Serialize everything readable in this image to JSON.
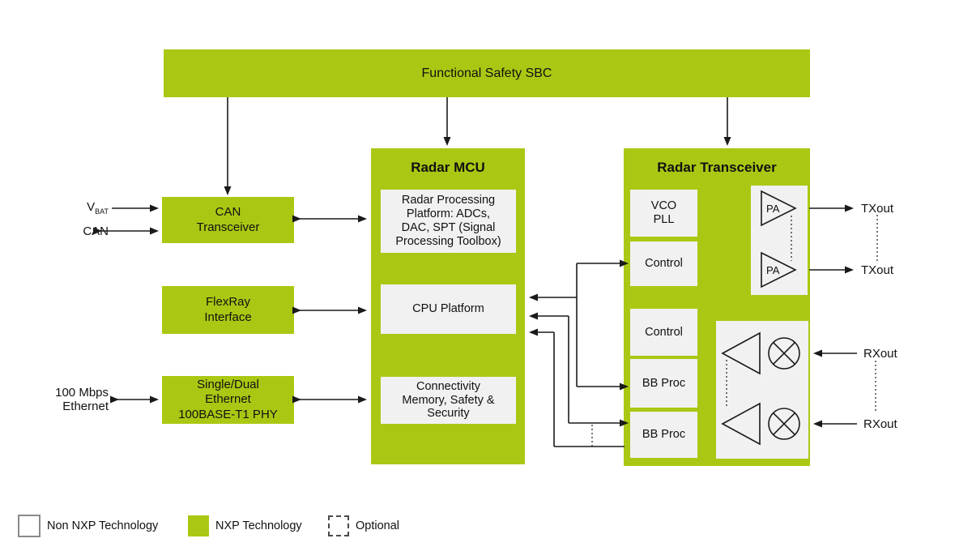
{
  "colors": {
    "nxp_green": "#aac813",
    "inner_box": "#f1f1f1",
    "line": "#1a1a1a",
    "text": "#111111"
  },
  "top_bar": {
    "label": "Functional Safety SBC"
  },
  "left_column": {
    "boxes": [
      {
        "label": "CAN\nTransceiver"
      },
      {
        "label": "FlexRay\nInterface"
      },
      {
        "label": "Single/Dual\nEthernet\n100BASE-T1 PHY"
      }
    ],
    "labels": {
      "vbat_main": "V",
      "vbat_sub": "BAT",
      "can": "CAN",
      "ethernet": "100 Mbps\nEthernet"
    }
  },
  "radar_mcu": {
    "title": "Radar MCU",
    "boxes": [
      {
        "label": "Radar Processing\nPlatform: ADCs,\nDAC, SPT (Signal\nProcessing Toolbox)"
      },
      {
        "label": "CPU Platform"
      },
      {
        "label": "Connectivity\nMemory, Safety &\nSecurity"
      }
    ]
  },
  "radar_transceiver": {
    "title": "Radar Transceiver",
    "boxes": [
      {
        "label": "VCO\nPLL"
      },
      {
        "label": "Control"
      },
      {
        "label": "Control"
      },
      {
        "label": "BB Proc"
      },
      {
        "label": "BB Proc"
      }
    ],
    "pa_labels": [
      "PA",
      "PA"
    ],
    "tx_labels": [
      "TXout",
      "TXout"
    ],
    "rx_labels": [
      "RXout",
      "RXout"
    ]
  },
  "legend": {
    "items": [
      {
        "label": "Non NXP Technology"
      },
      {
        "label": "NXP Technology"
      },
      {
        "label": "Optional"
      }
    ]
  }
}
